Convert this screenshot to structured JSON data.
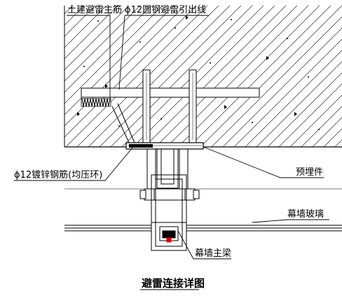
{
  "colors": {
    "line": "#000000",
    "background": "#ffffff",
    "accent": "#d40000"
  },
  "labels": {
    "main_rebar": "土建避雷主筋",
    "down_conductor": "ϕ12圆钢避雷引出线",
    "galvanized_rebar": "ϕ12镀锌钢筋(均压环)",
    "embedded_part": "预埋件",
    "curtain_glass": "幕墙玻璃",
    "main_beam": "幕墙主梁"
  },
  "title": "避雷连接详图"
}
